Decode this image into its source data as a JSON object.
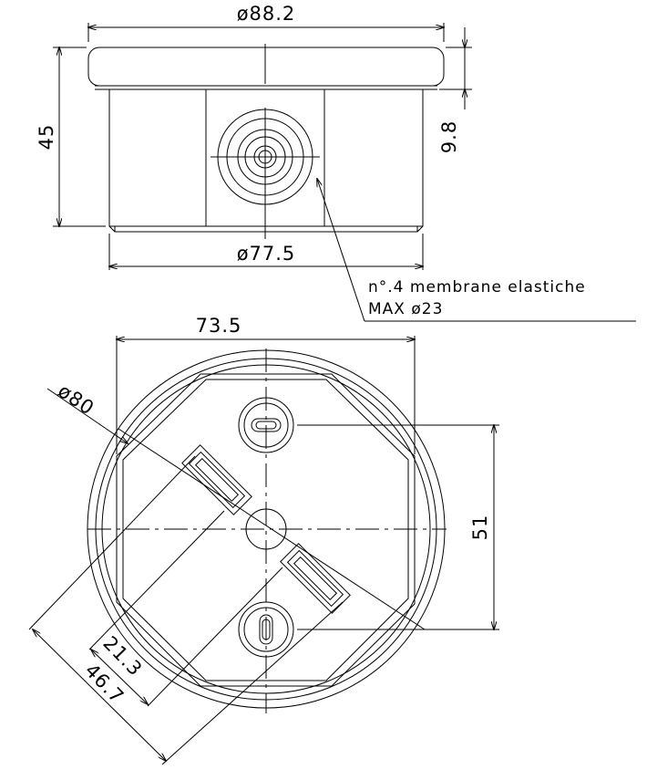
{
  "dimensions": {
    "top_outer_diameter": "ø88.2",
    "height": "45",
    "lid_offset": "9.8",
    "base_diameter": "ø77.5",
    "width_bottom_view": "73.5",
    "inner_diameter": "ø80",
    "hole_spacing": "51",
    "diag_short": "21.3",
    "diag_long": "46.7"
  },
  "note": {
    "line1": "n°.4 membrane elastiche",
    "line2": "MAX ø23"
  }
}
